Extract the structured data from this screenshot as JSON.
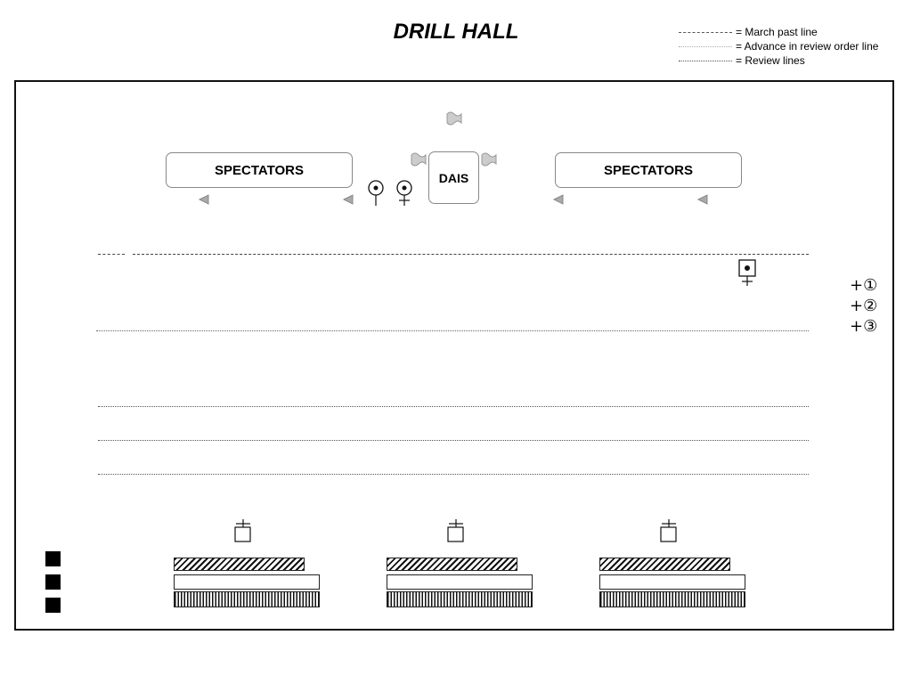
{
  "title": "DRILL HALL",
  "legend": [
    {
      "style": "dashed",
      "label": "= March past line"
    },
    {
      "style": "sparse",
      "label": "= Advance in review order line"
    },
    {
      "style": "dense",
      "label": "= Review lines"
    }
  ],
  "spectators_left": "SPECTATORS",
  "spectators_right": "SPECTATORS",
  "dais": "DAIS",
  "positions": [
    {
      "number": "①"
    },
    {
      "number": "②"
    },
    {
      "number": "③"
    }
  ]
}
